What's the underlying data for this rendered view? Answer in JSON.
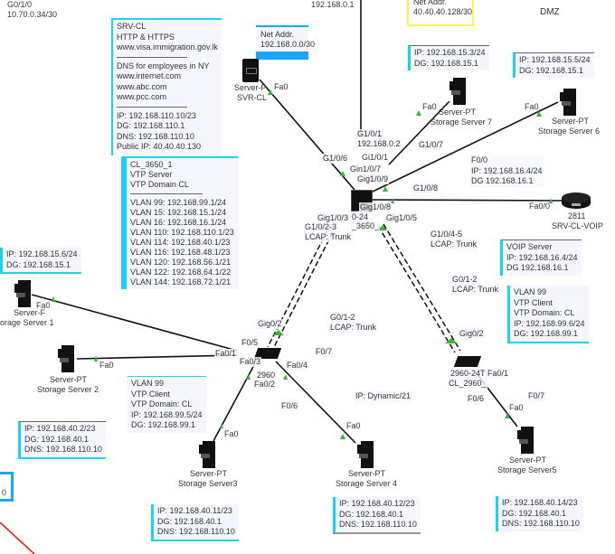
{
  "top_left": {
    "iface": "G0/1/0",
    "ip": "10.70.0.34/30"
  },
  "top_ip_cut": "192.168.0.1",
  "dmz_label": "DMZ",
  "net_addr_lan": {
    "title": "Net Addr.",
    "value": "192.168.0.0/30",
    "color": "#1aa3ff"
  },
  "net_addr_dmz": {
    "title": "Net Addr.",
    "value": "40.40.40.128/30",
    "color": "#ffef5a"
  },
  "notes": {
    "srv_cl": {
      "head": [
        "SRV-CL",
        "HTTP & HTTPS",
        "www.visa.immigration.gov.lk"
      ],
      "dns": [
        "DNS for employees in NY",
        "www.internet.com",
        "www.abc.com",
        "www.pcc.com"
      ],
      "ip": [
        "IP: 192.168.110.10/23",
        "DG: 192.168.110.1",
        "DNS: 192.168.110.10",
        "Public IP: 40.40.40.130"
      ]
    },
    "cl_3650": {
      "head": [
        "CL_3650_1",
        "VTP Server",
        "VTP Domain CL"
      ],
      "vlans": [
        "VLAN 99: 192.168.99.1/24",
        "VLAN 15: 192.168.15.1/24",
        "VLAN 16: 192.168.16.1/24",
        "VLAN 110: 192.168.110.1/23",
        "VLAN 114: 192.168.40.1/23",
        "VLAN 116: 192.168.48.1/23",
        "VLAN 120: 192.168.56.1/21",
        "VLAN 122: 192.168.64.1/22",
        "VLAN 144: 192.168.72.1/21"
      ]
    },
    "storage7": [
      "IP: 192.168.15.3/24",
      "DG: 192.168.15.1"
    ],
    "storage6": [
      "IP: 192.168.15.5/24",
      "DG: 192.168.15.1"
    ],
    "storage1": [
      "IP: 192.168.15.6/24",
      "DG: 192.168.15.1"
    ],
    "router_if": [
      "F0/0",
      "IP: 192.168.16.4/24",
      "DG 192.168.16.1"
    ],
    "voip": [
      "VOIP Server",
      "IP: 192.168.16.4/24",
      "DG 192.168.16.1"
    ],
    "vlan99_right": [
      "VLAN 99",
      "VTP Client",
      "VTP Domain: CL",
      "IP: 192.168.99.6/24",
      "DG: 192.168.99.1"
    ],
    "vlan99_left": [
      "VLAN 99",
      "VTP Client",
      "VTP Domain: CL",
      "IP: 192.168.99.5/24",
      "DG: 192.168.99.1"
    ],
    "storage2": [
      "IP: 192.168.40.2/23",
      "DG: 192.168.40.1",
      "DNS: 192.168.110.10"
    ],
    "storage3": [
      "IP: 192.168.40.11/23",
      "DG: 192.168.40.1",
      "DNS: 192.168.110.10"
    ],
    "storage4": [
      "IP: 192.168.40.12/23",
      "DG: 192.168.40.1",
      "DNS: 192.168.110.10"
    ],
    "storage5": [
      "IP: 192.168.40.14/23",
      "DG: 192.168.40.1",
      "DNS: 192.168.110.10"
    ],
    "bottom_left_box": "0"
  },
  "devices": {
    "svr_cl": [
      "Server-P",
      "SVR-CL"
    ],
    "storage7": [
      "Server-PT",
      "Storage Server 7"
    ],
    "storage6": [
      "Server-PT",
      "Storage Server 6"
    ],
    "router": [
      "2811",
      "SRV-CL-VOIP"
    ],
    "core": [
      "0-24",
      "_3650_"
    ],
    "storage1": [
      "Server-F",
      "orage Server 1"
    ],
    "storage2": [
      "Server-PT",
      "Storage Server 2"
    ],
    "sw_left": [
      "2960"
    ],
    "sw_right": [
      "2960-24T",
      "CL_2960_"
    ],
    "storage3": [
      "Server-PT",
      "Storage Server3"
    ],
    "storage4": [
      "Server-PT",
      "Storage Server 4"
    ],
    "storage5": [
      "Server-PT",
      "Storage Server5"
    ]
  },
  "links": {
    "g101": [
      "G1/0/1",
      "192.168.0.2"
    ],
    "gi101": "Gi1/0/1",
    "g107": "G1/0/7",
    "g106": "G1/0/6",
    "gin107": "Gin1/0/7",
    "gig109": "Gig1/0/9",
    "g108": "G1/0/8",
    "gig108": "Gig1/0/8",
    "gig103": "Gig1/0/3",
    "gig105": "Gig1/0/5",
    "trunk_left_core": [
      "G1/0/2-3",
      "LCAP: Trunk"
    ],
    "trunk_right_core": [
      "G1/0/4-5",
      "LCAP: Trunk"
    ],
    "trunk_right_sw": [
      "G0/1-2",
      "LCAP: Trunk"
    ],
    "trunk_left_sw": [
      "G0/1-2",
      "LCAP: Trunk"
    ],
    "fa0": "Fa0",
    "fa00": "Fa0/0",
    "gig02": "Gig0/2",
    "f05": "F0/5",
    "fa01": "Fa0/1",
    "fa03": "Fa0/3",
    "fa04": "Fa0/4",
    "fa02": "Fa0/2",
    "f07": "F0/7",
    "f06": "F0/6",
    "ip_dynamic": "IP: Dynamic/21"
  },
  "colors": {
    "note_accent": "#19d3ef",
    "link_up": "#3cb43c",
    "link_line": "#111111",
    "red_line": "#ff0000"
  }
}
